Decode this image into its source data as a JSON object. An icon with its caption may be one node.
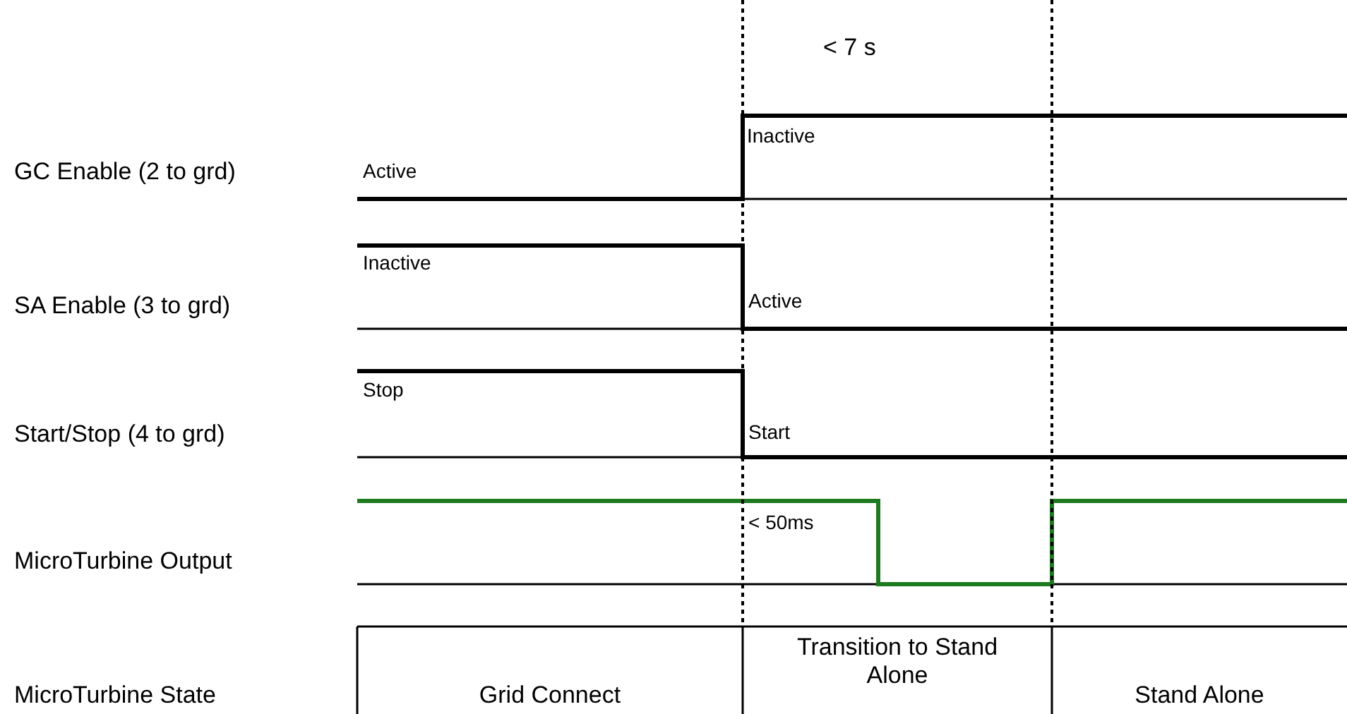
{
  "diagram": {
    "labels": [
      "< 7 s",
      "Inactive",
      "GC Enable (2 to grd)",
      "Active",
      "Inactive",
      "SA Enable (3 to grd)",
      "Active",
      "Stop",
      "Start/Stop (4 to grd)",
      "Start",
      "< 50ms",
      "MicroTurbine Output",
      "MicroTurbine State",
      "Grid Connect",
      "Transition to Stand Alone",
      "Stand Alone"
    ]
  }
}
